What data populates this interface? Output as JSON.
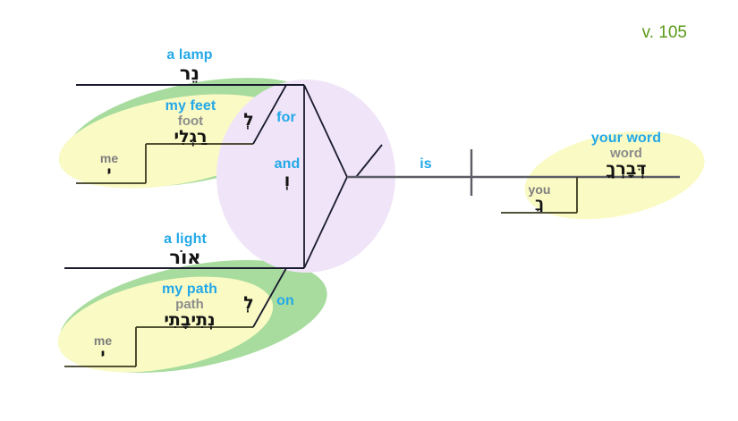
{
  "meta": {
    "verse_label": "v. 105",
    "verse_ref_color": "#5a9a18",
    "type": "syntactic-tree-diagram",
    "language": "Hebrew"
  },
  "palette": {
    "english_gloss": "#23a8e8",
    "lemma_gloss": "#8c8c8c",
    "hebrew_text": "#141414",
    "ellipse_yellow": "#fafac4",
    "ellipse_green": "#a8dc9e",
    "ellipse_purple": "#f0e4f8",
    "line_dark": "#1a1a2e",
    "line_gray": "#5c5c66",
    "background": "#ffffff"
  },
  "nodes": {
    "lamp": {
      "english": "a lamp",
      "hebrew": "נֵר"
    },
    "light": {
      "english": "a light",
      "hebrew": "אוֹר"
    },
    "my_feet": {
      "english": "my feet",
      "lemma": "foot",
      "hebrew": "רַגְלִי"
    },
    "my_path": {
      "english": "my path",
      "lemma": "path",
      "hebrew": "נְתִיבָתִי"
    },
    "me_upper": {
      "english": "me",
      "hebrew": "י"
    },
    "me_lower": {
      "english": "me",
      "hebrew": "י"
    },
    "for": {
      "english": "for",
      "hebrew": "לְ"
    },
    "on": {
      "english": "on",
      "hebrew": "לְ"
    },
    "and": {
      "english": "and",
      "hebrew": "וְ"
    },
    "is": {
      "english": "is"
    },
    "your_word": {
      "english": "your word",
      "lemma": "word",
      "hebrew": "דְּבָרְךָ"
    },
    "you": {
      "english": "you",
      "hebrew": "ךָ"
    }
  }
}
